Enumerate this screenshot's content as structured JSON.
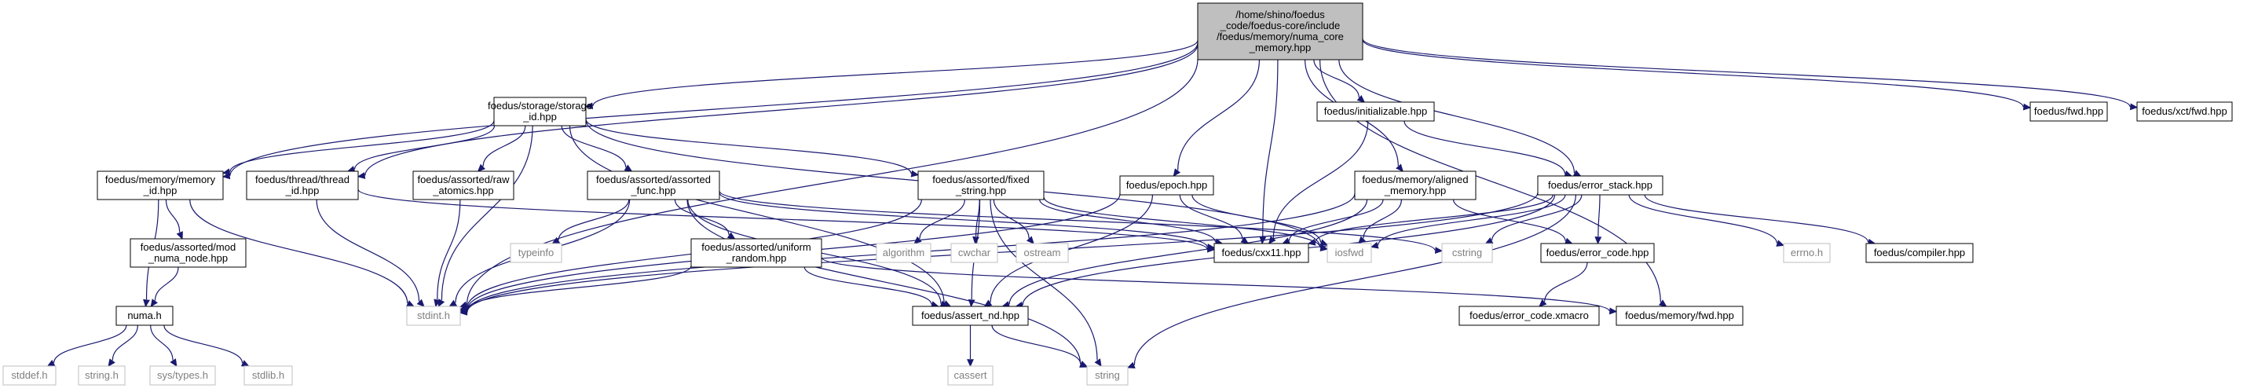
{
  "graph": {
    "nodes": [
      {
        "id": "root",
        "kind": "root",
        "lines": [
          "/home/shino/foedus",
          "_code/foedus-core/include",
          "/foedus/memory/numa_core",
          "_memory.hpp"
        ]
      },
      {
        "id": "storage_id",
        "kind": "normal",
        "lines": [
          "foedus/storage/storage",
          "_id.hpp"
        ]
      },
      {
        "id": "initializable",
        "kind": "normal",
        "lines": [
          "foedus/initializable.hpp"
        ]
      },
      {
        "id": "fwd",
        "kind": "normal",
        "lines": [
          "foedus/fwd.hpp"
        ]
      },
      {
        "id": "xct_fwd",
        "kind": "normal",
        "lines": [
          "foedus/xct/fwd.hpp"
        ]
      },
      {
        "id": "memory_id",
        "kind": "normal",
        "lines": [
          "foedus/memory/memory",
          "_id.hpp"
        ]
      },
      {
        "id": "thread_id",
        "kind": "normal",
        "lines": [
          "foedus/thread/thread",
          "_id.hpp"
        ]
      },
      {
        "id": "raw_atomics",
        "kind": "normal",
        "lines": [
          "foedus/assorted/raw",
          "_atomics.hpp"
        ]
      },
      {
        "id": "assorted_func",
        "kind": "normal",
        "lines": [
          "foedus/assorted/assorted",
          "_func.hpp"
        ]
      },
      {
        "id": "fixed_string",
        "kind": "normal",
        "lines": [
          "foedus/assorted/fixed",
          "_string.hpp"
        ]
      },
      {
        "id": "epoch",
        "kind": "normal",
        "lines": [
          "foedus/epoch.hpp"
        ]
      },
      {
        "id": "aligned_memory",
        "kind": "normal",
        "lines": [
          "foedus/memory/aligned",
          "_memory.hpp"
        ]
      },
      {
        "id": "error_stack",
        "kind": "normal",
        "lines": [
          "foedus/error_stack.hpp"
        ]
      },
      {
        "id": "mod_numa_node",
        "kind": "normal",
        "lines": [
          "foedus/assorted/mod",
          "_numa_node.hpp"
        ]
      },
      {
        "id": "typeinfo",
        "kind": "sys",
        "lines": [
          "typeinfo"
        ]
      },
      {
        "id": "uniform_random",
        "kind": "normal",
        "lines": [
          "foedus/assorted/uniform",
          "_random.hpp"
        ]
      },
      {
        "id": "algorithm",
        "kind": "sys",
        "lines": [
          "algorithm"
        ]
      },
      {
        "id": "cwchar",
        "kind": "sys",
        "lines": [
          "cwchar"
        ]
      },
      {
        "id": "ostream",
        "kind": "sys",
        "lines": [
          "ostream"
        ]
      },
      {
        "id": "cxx11",
        "kind": "normal",
        "lines": [
          "foedus/cxx11.hpp"
        ]
      },
      {
        "id": "iosfwd",
        "kind": "sys",
        "lines": [
          "iosfwd"
        ]
      },
      {
        "id": "cstring",
        "kind": "sys",
        "lines": [
          "cstring"
        ]
      },
      {
        "id": "error_code",
        "kind": "normal",
        "lines": [
          "foedus/error_code.hpp"
        ]
      },
      {
        "id": "errno",
        "kind": "sys",
        "lines": [
          "errno.h"
        ]
      },
      {
        "id": "compiler",
        "kind": "normal",
        "lines": [
          "foedus/compiler.hpp"
        ]
      },
      {
        "id": "numa",
        "kind": "normal",
        "lines": [
          "numa.h"
        ]
      },
      {
        "id": "stdint",
        "kind": "sys",
        "lines": [
          "stdint.h"
        ]
      },
      {
        "id": "assert_nd",
        "kind": "normal",
        "lines": [
          "foedus/assert_nd.hpp"
        ]
      },
      {
        "id": "error_code_xmacro",
        "kind": "normal",
        "lines": [
          "foedus/error_code.xmacro"
        ]
      },
      {
        "id": "memory_fwd",
        "kind": "normal",
        "lines": [
          "foedus/memory/fwd.hpp"
        ]
      },
      {
        "id": "stddef",
        "kind": "sys",
        "lines": [
          "stddef.h"
        ]
      },
      {
        "id": "string_h",
        "kind": "sys",
        "lines": [
          "string.h"
        ]
      },
      {
        "id": "sys_types",
        "kind": "sys",
        "lines": [
          "sys/types.h"
        ]
      },
      {
        "id": "stdlib",
        "kind": "sys",
        "lines": [
          "stdlib.h"
        ]
      },
      {
        "id": "cassert",
        "kind": "sys",
        "lines": [
          "cassert"
        ]
      },
      {
        "id": "string",
        "kind": "sys",
        "lines": [
          "string"
        ]
      }
    ],
    "edges": [
      [
        "root",
        "storage_id"
      ],
      [
        "root",
        "initializable"
      ],
      [
        "root",
        "fwd"
      ],
      [
        "root",
        "xct_fwd"
      ],
      [
        "root",
        "memory_id"
      ],
      [
        "root",
        "thread_id"
      ],
      [
        "root",
        "epoch"
      ],
      [
        "root",
        "aligned_memory"
      ],
      [
        "root",
        "error_stack"
      ],
      [
        "root",
        "cxx11"
      ],
      [
        "root",
        "stdint"
      ],
      [
        "root",
        "memory_fwd"
      ],
      [
        "storage_id",
        "memory_id"
      ],
      [
        "storage_id",
        "thread_id"
      ],
      [
        "storage_id",
        "raw_atomics"
      ],
      [
        "storage_id",
        "assorted_func"
      ],
      [
        "storage_id",
        "fixed_string"
      ],
      [
        "storage_id",
        "stdint"
      ],
      [
        "storage_id",
        "iosfwd"
      ],
      [
        "storage_id",
        "assert_nd"
      ],
      [
        "initializable",
        "cxx11"
      ],
      [
        "initializable",
        "error_stack"
      ],
      [
        "memory_id",
        "mod_numa_node"
      ],
      [
        "memory_id",
        "numa"
      ],
      [
        "memory_id",
        "stdint"
      ],
      [
        "thread_id",
        "stdint"
      ],
      [
        "thread_id",
        "cxx11"
      ],
      [
        "raw_atomics",
        "stdint"
      ],
      [
        "assorted_func",
        "typeinfo"
      ],
      [
        "assorted_func",
        "uniform_random"
      ],
      [
        "assorted_func",
        "stdint"
      ],
      [
        "assorted_func",
        "assert_nd"
      ],
      [
        "assorted_func",
        "cxx11"
      ],
      [
        "assorted_func",
        "cstring"
      ],
      [
        "assorted_func",
        "string"
      ],
      [
        "fixed_string",
        "algorithm"
      ],
      [
        "fixed_string",
        "cwchar"
      ],
      [
        "fixed_string",
        "ostream"
      ],
      [
        "fixed_string",
        "cxx11"
      ],
      [
        "fixed_string",
        "iosfwd"
      ],
      [
        "fixed_string",
        "stdint"
      ],
      [
        "fixed_string",
        "assert_nd"
      ],
      [
        "fixed_string",
        "string"
      ],
      [
        "epoch",
        "cxx11"
      ],
      [
        "epoch",
        "iosfwd"
      ],
      [
        "epoch",
        "stdint"
      ],
      [
        "epoch",
        "assert_nd"
      ],
      [
        "aligned_memory",
        "cxx11"
      ],
      [
        "aligned_memory",
        "iosfwd"
      ],
      [
        "aligned_memory",
        "error_code"
      ],
      [
        "aligned_memory",
        "stdint"
      ],
      [
        "aligned_memory",
        "assert_nd"
      ],
      [
        "error_stack",
        "cxx11"
      ],
      [
        "error_stack",
        "iosfwd"
      ],
      [
        "error_stack",
        "cstring"
      ],
      [
        "error_stack",
        "error_code"
      ],
      [
        "error_stack",
        "errno"
      ],
      [
        "error_stack",
        "compiler"
      ],
      [
        "error_stack",
        "assert_nd"
      ],
      [
        "error_stack",
        "stdint"
      ],
      [
        "error_stack",
        "string"
      ],
      [
        "mod_numa_node",
        "numa"
      ],
      [
        "uniform_random",
        "stdint"
      ],
      [
        "uniform_random",
        "assert_nd"
      ],
      [
        "uniform_random",
        "memory_fwd"
      ],
      [
        "error_code",
        "error_code_xmacro"
      ],
      [
        "numa",
        "stddef"
      ],
      [
        "numa",
        "string_h"
      ],
      [
        "numa",
        "sys_types"
      ],
      [
        "numa",
        "stdlib"
      ],
      [
        "assert_nd",
        "cassert"
      ],
      [
        "assert_nd",
        "string"
      ]
    ]
  }
}
